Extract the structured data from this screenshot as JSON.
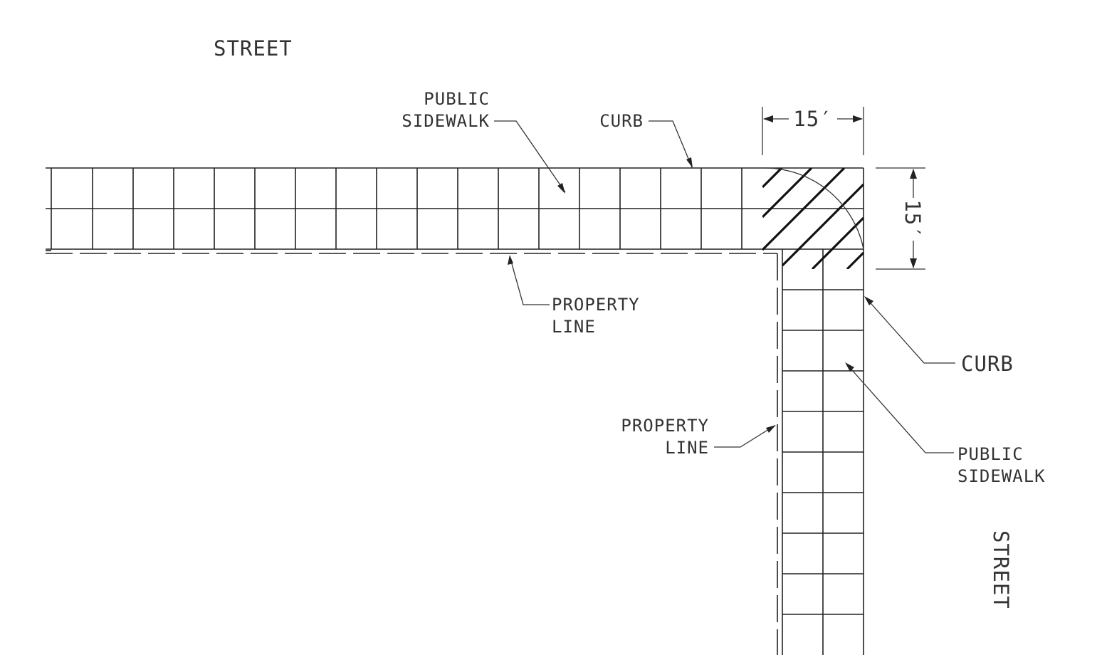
{
  "labels": {
    "street_top": "STREET",
    "street_right": "STREET",
    "public_sidewalk_top": [
      "PUBLIC",
      "SIDEWALK"
    ],
    "curb_top": "CURB",
    "property_line_top": [
      "PROPERTY",
      "LINE"
    ],
    "curb_right": "CURB",
    "public_sidewalk_right": [
      "PUBLIC",
      "SIDEWALK"
    ],
    "property_line_right": [
      "PROPERTY",
      "LINE"
    ],
    "dim_horizontal": "15′",
    "dim_vertical": "15′"
  }
}
